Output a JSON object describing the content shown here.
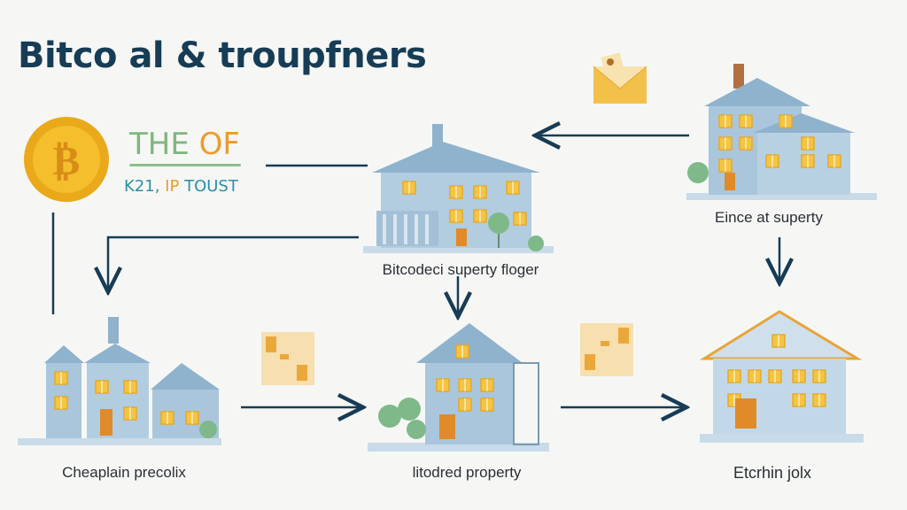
{
  "title": "Bitco al & troupfners",
  "tagline": {
    "part1": "THE",
    "part2": "OF",
    "sub1": "K21,",
    "sub2": "IP",
    "sub3": "TOUST"
  },
  "labels": {
    "top_center": "Bitcodeci superty floger",
    "top_right": "Eince at superty",
    "bottom_left": "Cheaplain precolix",
    "bottom_center": "litodred property",
    "bottom_right": "Etcrhin jolx"
  },
  "colors": {
    "ink": "#173c55",
    "house": "#a9c6dc",
    "roof": "#8fb2cd",
    "window": "#f4c542",
    "coin": "#e9a91a",
    "tree": "#7fb98a"
  }
}
